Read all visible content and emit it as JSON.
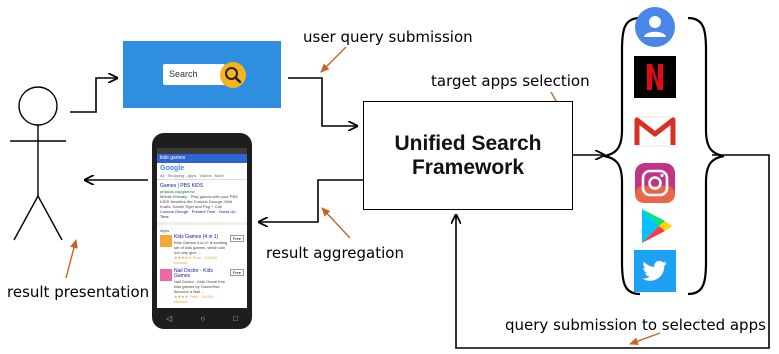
{
  "labels": {
    "user_query_submission": "user query submission",
    "target_apps_selection": "target apps selection",
    "result_aggregation": "result aggregation",
    "result_presentation": "result presentation",
    "query_submission_selected": "query submission to selected apps"
  },
  "framework": {
    "line1": "Unified Search",
    "line2": "Framework"
  },
  "search_card": {
    "placeholder": "Search"
  },
  "phone": {
    "address": "kids games",
    "google": "Google",
    "tabs": [
      "All",
      "Shopping",
      "Apps",
      "Videos",
      "More"
    ],
    "result_title": "Games | PBS KIDS",
    "result_url": "pbskids.org/games/",
    "result_text": "Mobile Friendly · Play games with your PBS KIDS favorites like Curious George, Wild Kratts, Daniel Tiger and Peg + Cat!",
    "result_links": "Curious George · Present Time · Dress Up Time",
    "apps_header": "Apps",
    "apps": [
      {
        "title": "Kids Games (4 in 1)",
        "text": "Kids Games 4-in-1* is exciting set of kids games, which can not only give ...",
        "rating": "★★★★½ Free · 13,000 reviews",
        "button": "Free"
      },
      {
        "title": "Nail Doctor - Kids Games",
        "text": "Nail Doctor - Kids Game free kids games by GameHive. Become a Nail ...",
        "rating": "★★★★ Free · 29,000 reviews",
        "button": "Free"
      }
    ],
    "nav": [
      "◁",
      "○",
      "□"
    ]
  },
  "apps": [
    {
      "name": "contacts-icon",
      "color": "#4a86e8"
    },
    {
      "name": "netflix-icon",
      "color": "#e50914"
    },
    {
      "name": "gmail-icon",
      "color": "#d93025"
    },
    {
      "name": "instagram-icon",
      "color": "#c13584"
    },
    {
      "name": "play-store-icon",
      "color": "#01875f"
    },
    {
      "name": "twitter-icon",
      "color": "#1da1f2"
    }
  ],
  "colors": {
    "arrow_orange": "#c8642a",
    "search_card": "#2f8ee0",
    "search_button": "#f5b41a"
  }
}
